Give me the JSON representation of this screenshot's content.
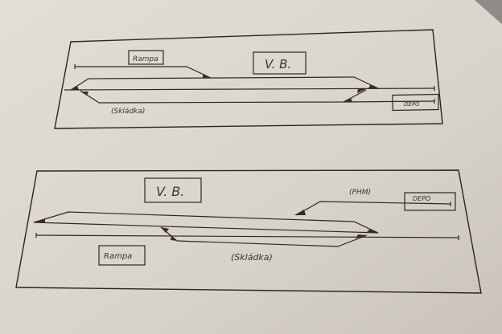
{
  "diagram_top": {
    "station_label": "V. B.",
    "rampa_label": "Rampa",
    "skladka_label": "(Skládka)",
    "depo_label": "DEPO"
  },
  "diagram_bottom": {
    "station_label": "V. B.",
    "rampa_label": "Rampa",
    "skladka_label": "(Skládka)",
    "phm_label": "(PHM)",
    "depo_label": "DEPO"
  },
  "colors": {
    "paper": "#dcd8d2",
    "ink": "#2e2824"
  }
}
